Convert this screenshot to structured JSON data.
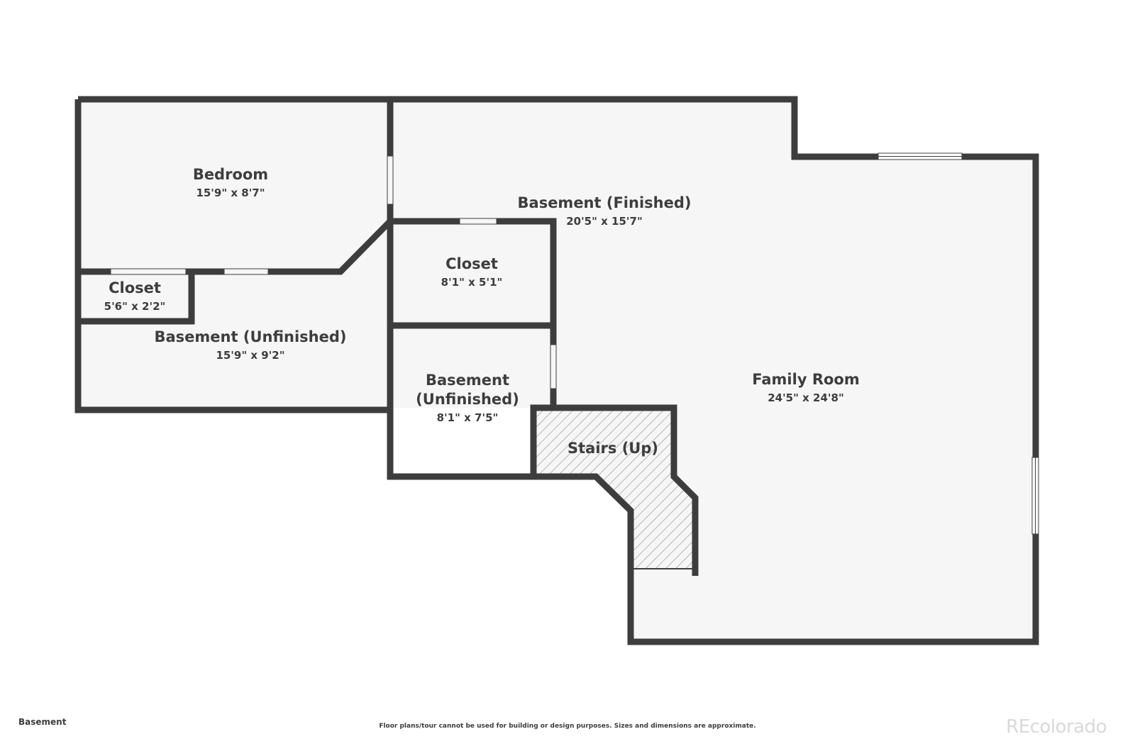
{
  "floor_label": "Basement",
  "disclaimer": "Floor plans/tour cannot be used for building or design purposes. Sizes and dimensions are approximate.",
  "brand": "REcolorado",
  "colors": {
    "wall": "#3d3d3d",
    "floor": "#f6f6f6",
    "stair_hatch": "#cccccc",
    "window": "#ffffff"
  },
  "rooms": {
    "bedroom": {
      "name": "Bedroom",
      "dims": "15'9\" x 8'7\""
    },
    "closet_small": {
      "name": "Closet",
      "dims": "5'6\" x 2'2\""
    },
    "basement_unfinished_left": {
      "name": "Basement (Unfinished)",
      "dims": "15'9\" x 9'2\""
    },
    "basement_finished": {
      "name": "Basement (Finished)",
      "dims": "20'5\" x 15'7\""
    },
    "closet_center": {
      "name": "Closet",
      "dims": "8'1\" x 5'1\""
    },
    "basement_unfinished_center": {
      "name_line1": "Basement",
      "name_line2": "(Unfinished)",
      "dims": "8'1\" x 7'5\""
    },
    "stairs": {
      "name": "Stairs (Up)"
    },
    "family_room": {
      "name": "Family Room",
      "dims": "24'5\" x 24'8\""
    }
  }
}
